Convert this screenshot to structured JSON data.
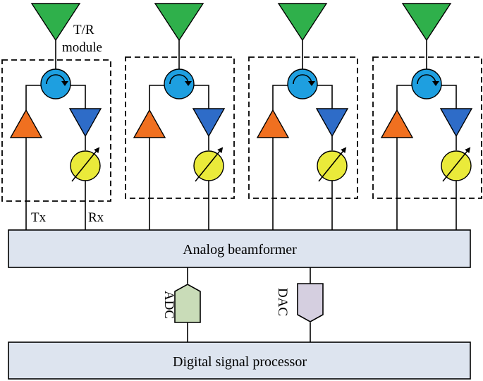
{
  "labels": {
    "tr_module_line1": "T/R",
    "tr_module_line2": "module",
    "tx": "Tx",
    "rx": "Rx",
    "analog_beamformer": "Analog beamformer",
    "adc": "ADC",
    "dac": "DAC",
    "digital_signal_processor": "Digital signal processor"
  },
  "modules": [
    {
      "id": 1
    },
    {
      "id": 2
    },
    {
      "id": 3
    },
    {
      "id": 4
    }
  ],
  "colors": {
    "antenna": "#2fb04b",
    "circulator": "#1e9fe0",
    "tx_amp": "#f07020",
    "rx_amp": "#2e6cc8",
    "phase_shifter": "#eaea3a",
    "adc_fill": "#c9dcb8",
    "dac_fill": "#d5cfe0",
    "block_fill": "#dde4ef",
    "stroke": "#000000"
  }
}
